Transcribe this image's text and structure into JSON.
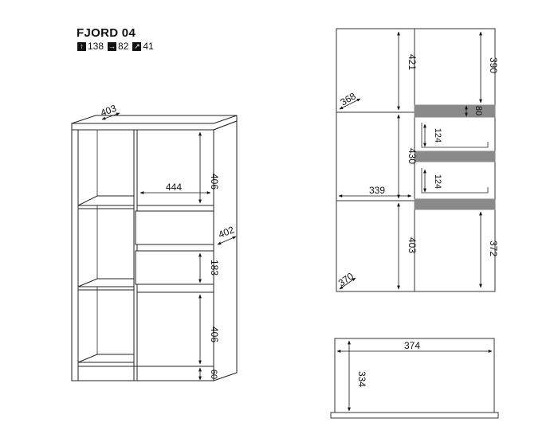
{
  "product": {
    "title": "FJORD 04",
    "height_icon": "arrow-up-icon",
    "height": "138",
    "width_icon": "arrow-right-icon",
    "width": "82",
    "depth_icon": "arrow-diagonal-icon",
    "depth": "41"
  },
  "front_view": {
    "top_depth": "403",
    "upper_door_height": "406",
    "shelf_width": "444",
    "side_depth": "402",
    "drawer_height": "183",
    "lower_door_height": "406",
    "plinth_height": "60"
  },
  "side_view": {
    "top_left_height": "421",
    "top_left_depth": "368",
    "top_right_height": "390",
    "rail_height": "80",
    "drawer1_height": "124",
    "middle_height": "430",
    "middle_width": "339",
    "drawer2_height": "124",
    "bottom_left_height": "403",
    "bottom_left_depth": "370",
    "bottom_right_height": "372"
  },
  "drawer_view": {
    "width": "374",
    "height": "334"
  }
}
